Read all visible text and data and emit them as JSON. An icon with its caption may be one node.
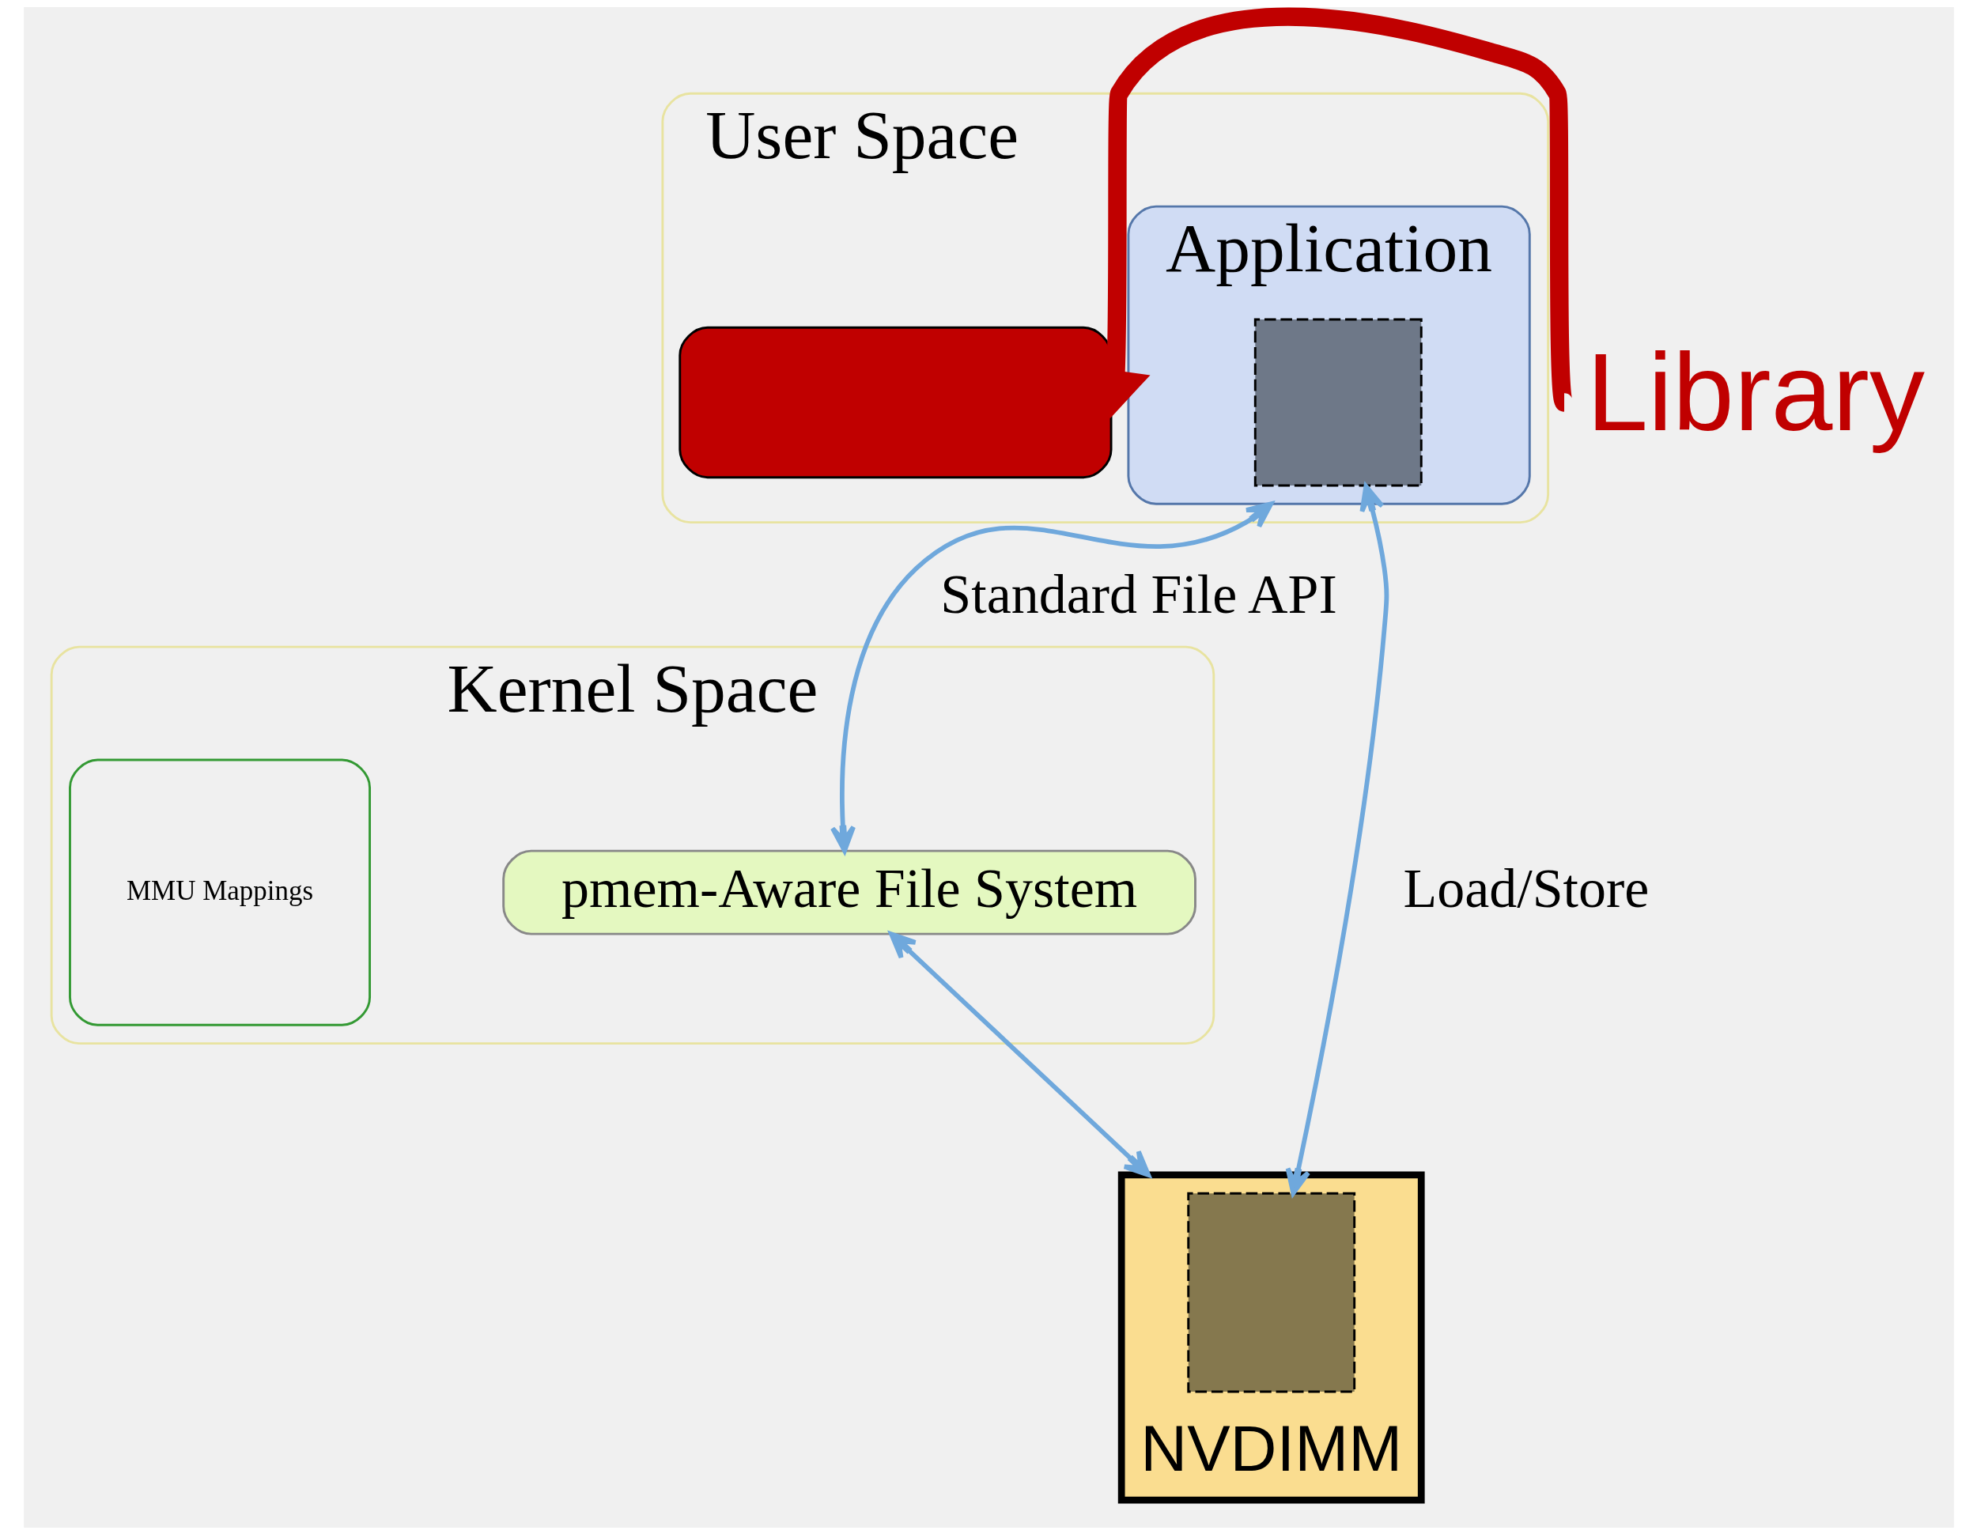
{
  "diagram": {
    "nodes": [
      {
        "text": [
          "User Space"
        ]
      },
      {
        "text": [
          "Application"
        ],
        "in": 0
      },
      {
        "text": [],
        "shape": "box",
        "in": 1
      },
      {
        "text": [],
        "shape": "box",
        "in": 0
      },
      {
        "text": [
          "Library"
        ]
      },
      {
        "text": [
          "Kernel Space"
        ]
      },
      {
        "text": [
          "pmem-Aware File System"
        ],
        "in": 5
      },
      {
        "text": [
          "MMU Mappings"
        ],
        "in": 5
      },
      {
        "text": [
          "NVDIMM"
        ]
      },
      {
        "text": [],
        "shape": "box",
        "in": 8
      }
    ],
    "edges": [
      {
        "from": 1,
        "to": 6,
        "arrow": "both",
        "label": "Standard File API"
      },
      {
        "from": 2,
        "to": 9,
        "arrow": "both",
        "label": "Load/Store"
      },
      {
        "from": 6,
        "to": 8,
        "arrow": "both"
      },
      {
        "from": 4,
        "to": 3,
        "arrow": "to",
        "style": "thick",
        "color": "#c00000"
      }
    ]
  }
}
